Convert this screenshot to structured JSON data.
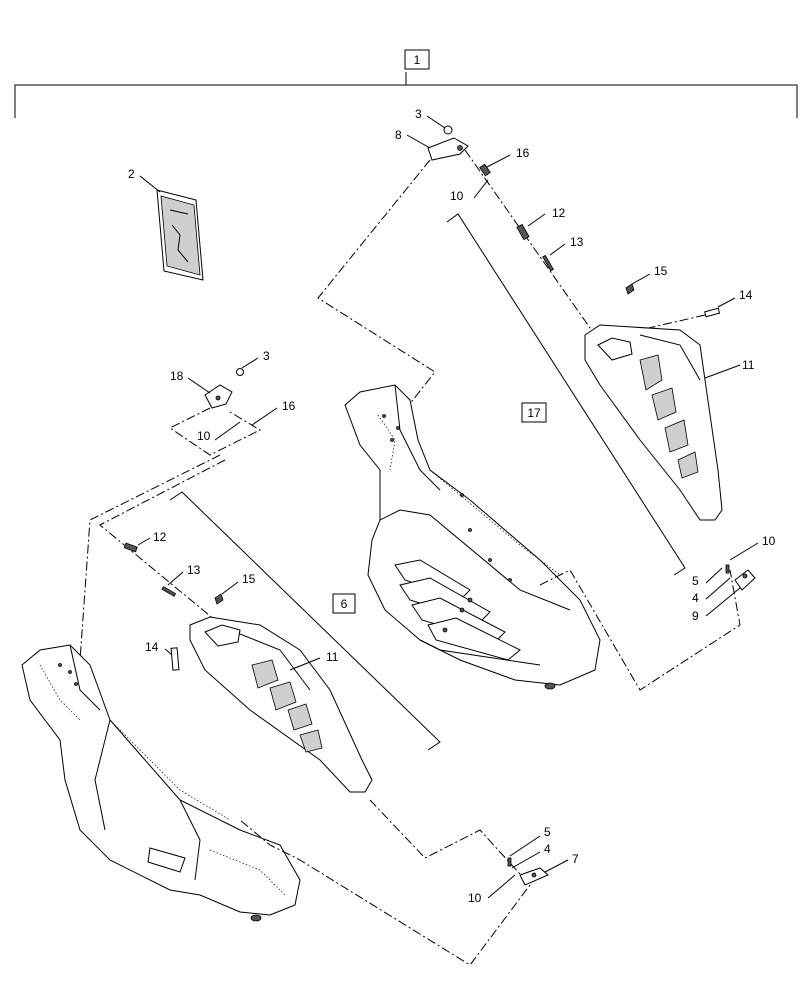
{
  "callouts": {
    "c1": "1",
    "c2": "2",
    "c3a": "3",
    "c8": "8",
    "c16a": "16",
    "c10a": "10",
    "c12a": "12",
    "c13a": "13",
    "c15a": "15",
    "c14a": "14",
    "c11a": "11",
    "c17": "17",
    "c10b": "10",
    "c5a": "5",
    "c4a": "4",
    "c9": "9",
    "c3b": "3",
    "c18": "18",
    "c16b": "16",
    "c10c": "10",
    "c12b": "12",
    "c13b": "13",
    "c15b": "15",
    "c14b": "14",
    "c11b": "11",
    "c6": "6",
    "c5b": "5",
    "c4b": "4",
    "c7": "7",
    "c10d": "10"
  }
}
